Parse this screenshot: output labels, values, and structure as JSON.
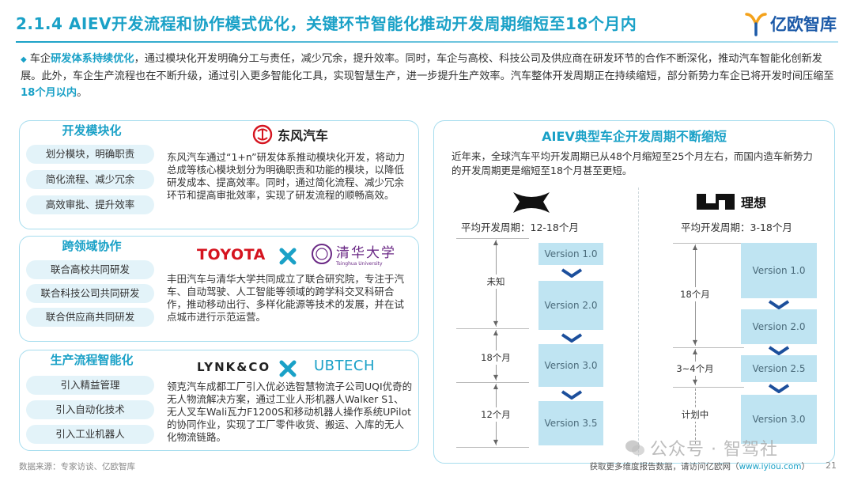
{
  "title": "2.1.4 AIEV开发流程和协作模式优化，关键环节智能化推动开发周期缩短至18个月内",
  "logo": {
    "text": "亿欧智库"
  },
  "intro": {
    "part1": "车企",
    "hl1": "研发体系持续优化",
    "part2": "，通过模块化开发明确分工与责任，减少冗余，提升效率。同时，车企与高校、科技公司及供应商在研发环节的合作不断深化，推动汽车智能化创新发展。此外，车企生产流程也在不断升级，通过引入更多智能化工具，实现智慧生产，进一步提升生产效率。汽车整体开发周期正在持续缩短，部分新势力车企已将开发时间压缩至",
    "hl2": "18个月以内",
    "part3": "。"
  },
  "cards": [
    {
      "title": "开发模块化",
      "pills": [
        "划分模块，明确职责",
        "简化流程、减少冗余",
        "高效审批、提升效率"
      ],
      "partners": [
        "东风汽车"
      ],
      "desc": "东风汽车通过“1+n”研发体系推动模块化开发，将动力总成等核心模块划分为明确职责和功能的模块，以降低研发成本、提高效率。同时，通过简化流程、减少冗余环节和提高审批效率，实现了研发流程的顺畅高效。"
    },
    {
      "title": "跨领域协作",
      "pills": [
        "联合高校共同研发",
        "联合科技公司共同研发",
        "联合供应商共同研发"
      ],
      "partners": [
        "TOYOTA",
        "清华大学",
        "Tsinghua University"
      ],
      "desc": "丰田汽车与清华大学共同成立了联合研究院，专注于汽车、自动驾驶、人工智能等领域的跨学科交叉科研合作，推动移动出行、多样化能源等技术的发展，并在试点城市进行示范运营。"
    },
    {
      "title": "生产流程智能化",
      "pills": [
        "引入精益管理",
        "引入自动化技术",
        "引入工业机器人"
      ],
      "partners": [
        "LYNK&CO",
        "UBTECH"
      ],
      "desc": "领克汽车成都工厂引入优必选智慧物流子公司UQI优奇的无人物流解决方案，通过工业人形机器人Walker S1、无人叉车Wali瓦力F1200S和移动机器人操作系统UPilot的协同作业，实现了工厂零件收货、搬运、入库的无人化物流链路。"
    }
  ],
  "right": {
    "title": "AIEV典型车企开发周期不断缩短",
    "text": "近年来，全球汽车平均开发周期已从48个月缩短至25个月左右，而国内造车新势力的开发周期更是缩短至18个月甚至更短。",
    "left_col": {
      "avg": "平均开发周期：12-18个月",
      "labels": [
        "未知",
        "18个月",
        "12个月"
      ],
      "versions": [
        "Version 1.0",
        "Version 2.0",
        "Version 3.0",
        "Version 3.5"
      ]
    },
    "right_col": {
      "brand": "理想",
      "avg": "平均开发周期：3-18个月",
      "labels": [
        "18个月",
        "3~4个月",
        "计划中"
      ],
      "versions": [
        "Version 1.0",
        "Version 2.0",
        "Version 2.5",
        "Version 3.0"
      ]
    }
  },
  "source": "数据来源：专家访谈、亿欧智库",
  "footer": {
    "text": "获取更多维度报告数据，请访问亿欧网（",
    "link": "www.iyiou.com",
    "end": "）"
  },
  "page_num": "21",
  "watermark": "公众号 · 智驾社",
  "colors": {
    "accent": "#1aa1c7",
    "pill": "#e3f3f9",
    "version": "#bfe4f2",
    "chevron": "#1c4f9c"
  }
}
